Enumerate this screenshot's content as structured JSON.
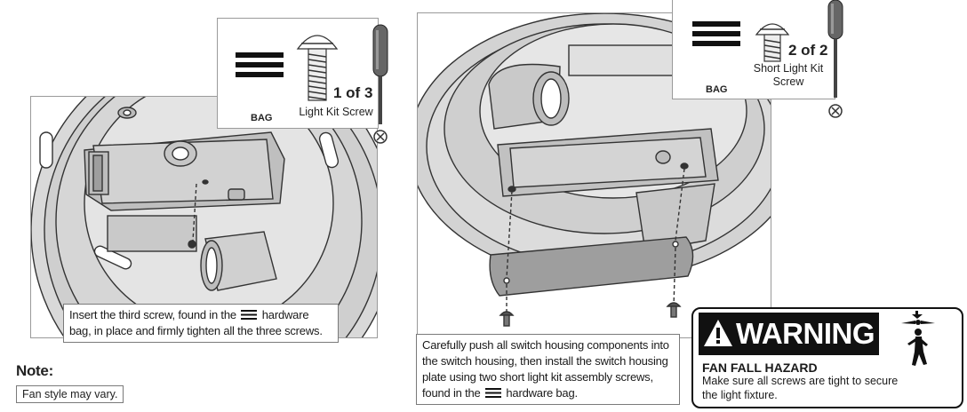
{
  "step_left": {
    "hardware": {
      "bag_label": "BAG",
      "count": "1 of 3",
      "screw_name": "Light Kit Screw"
    },
    "instruction": {
      "before": "Insert the third screw, found in the",
      "after": "hardware bag, in place and firmly tighten all the three screws."
    }
  },
  "step_right": {
    "hardware": {
      "bag_label": "BAG",
      "count": "2 of 2",
      "screw_name": "Short Light Kit Screw"
    },
    "instruction": {
      "before": "Carefully push all switch housing components into the switch housing, then install the switch housing plate using two short light kit assembly screws, found in the",
      "after": "hardware bag."
    }
  },
  "note": {
    "title": "Note:",
    "text": "Fan style may vary."
  },
  "warning": {
    "title": "WARNING",
    "hazard": "FAN FALL HAZARD",
    "text": "Make sure all screws are tight to secure the light fixture."
  }
}
